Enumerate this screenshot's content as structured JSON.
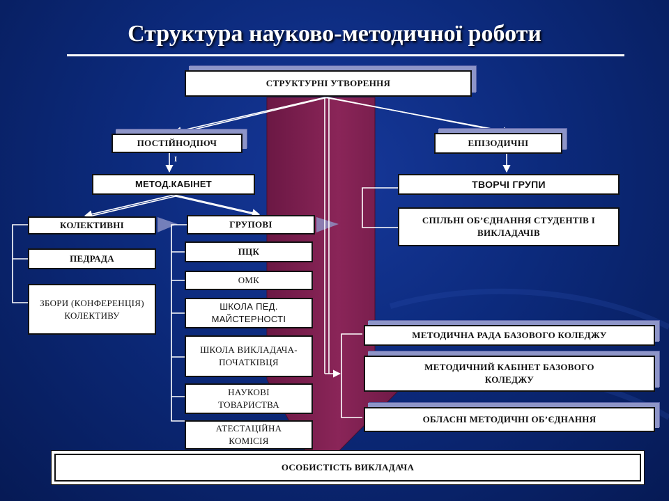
{
  "title": "Структура науково-методичної роботи",
  "nodes": {
    "structural": "СТРУКТУРНІ УТВОРЕННЯ",
    "permanent": "ПОСТІЙНОДІЮЧ",
    "permanent_suffix": "І",
    "episodic": "ЕПІЗОДИЧНІ",
    "method_cabinet": "МЕТОД.КАБІНЕТ",
    "creative_groups": "ТВОРЧІ ГРУПИ",
    "joint_associations": "СПІЛЬНІ ОБ’ЄДНАННЯ СТУДЕНТІВ І ВИКЛАДАЧІВ",
    "collective": "КОЛЕКТИВНІ",
    "group": "ГРУПОВІ",
    "pedrada": "ПЕДРАДА",
    "meetings": "ЗБОРИ (КОНФЕРЕНЦІЯ) КОЛЕКТИВУ",
    "pck": "ПЦК",
    "omk": "ОМК",
    "school_mastery": "ШКОЛА ПЕД. МАЙСТЕРНОСТІ",
    "school_beginner": "ШКОЛА ВИКЛАДАЧА-ПОЧАТКІВЦЯ",
    "scientific_societies": "НАУКОВІ ТОВАРИСТВА",
    "attestation": "АТЕСТАЦІЙНА КОМІСІЯ",
    "method_council": "МЕТОДИЧНА РАДА БАЗОВОГО КОЛЕДЖУ",
    "method_cabinet_base": "МЕТОДИЧНИЙ КАБІНЕТ БАЗОВОГО КОЛЕДЖУ",
    "regional": "ОБЛАСНІ МЕТОДИЧНІ ОБ’ЄДНАННЯ",
    "teacher_personality": "ОСОБИСТІСТЬ ВИКЛАДАЧА"
  },
  "colors": {
    "background": "#0c2a7c",
    "central_arrow": "#7a1e4e",
    "box_fill": "#ffffff",
    "connector": "#ffffff"
  }
}
